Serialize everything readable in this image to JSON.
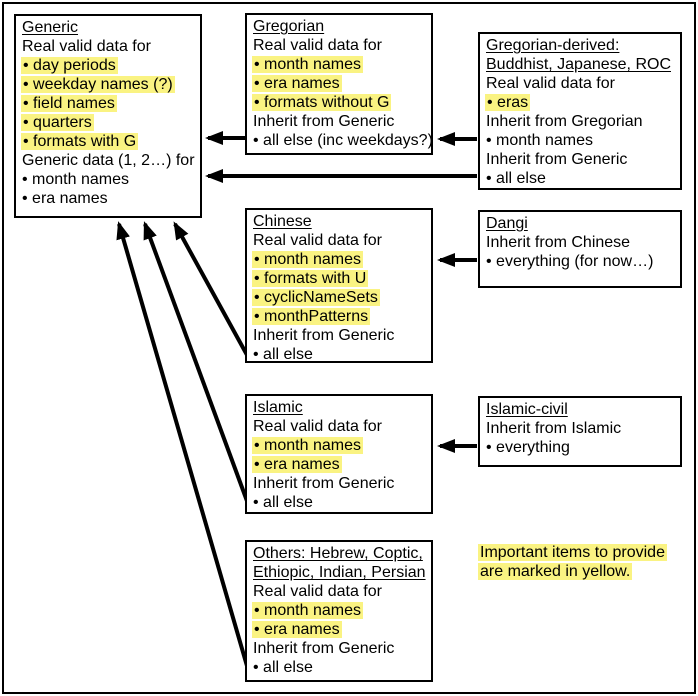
{
  "colors": {
    "highlight": "#FAF382",
    "text": "#000000",
    "border": "#000000",
    "arrow": "#000000",
    "background": "#FFFFFF"
  },
  "boxes": {
    "generic": {
      "lines": [
        {
          "text": "Generic",
          "style": "u"
        },
        {
          "text": "Real valid data for",
          "style": ""
        },
        {
          "text": "• day periods",
          "style": "hl"
        },
        {
          "text": "• weekday names (?)",
          "style": "hl"
        },
        {
          "text": "• field names",
          "style": "hl"
        },
        {
          "text": "• quarters",
          "style": "hl"
        },
        {
          "text": "• formats with G",
          "style": "hl"
        },
        {
          "text": "Generic data (1, 2…) for",
          "style": ""
        },
        {
          "text": "• month names",
          "style": ""
        },
        {
          "text": "• era names",
          "style": ""
        }
      ]
    },
    "gregorian": {
      "lines": [
        {
          "text": "Gregorian",
          "style": "u"
        },
        {
          "text": "Real valid data for",
          "style": ""
        },
        {
          "text": "• month names",
          "style": "hl"
        },
        {
          "text": "• era names",
          "style": "hl"
        },
        {
          "text": "• formats without G",
          "style": "hl"
        },
        {
          "text": "Inherit from Generic",
          "style": ""
        },
        {
          "text": "• all else (inc weekdays?)",
          "style": ""
        }
      ]
    },
    "gregorian_derived": {
      "lines": [
        {
          "text": "Gregorian-derived:",
          "style": "u"
        },
        {
          "text": "Buddhist, Japanese, ROC",
          "style": "u"
        },
        {
          "text": "Real valid data for",
          "style": ""
        },
        {
          "text": "• eras",
          "style": "hl"
        },
        {
          "text": "Inherit from Gregorian",
          "style": ""
        },
        {
          "text": "• month names",
          "style": ""
        },
        {
          "text": "Inherit from Generic",
          "style": ""
        },
        {
          "text": "• all else",
          "style": ""
        }
      ]
    },
    "chinese": {
      "lines": [
        {
          "text": "Chinese",
          "style": "u"
        },
        {
          "text": "Real valid data for",
          "style": ""
        },
        {
          "text": "• month names",
          "style": "hl"
        },
        {
          "text": "• formats with U",
          "style": "hl"
        },
        {
          "text": "• cyclicNameSets",
          "style": "hl"
        },
        {
          "text": "• monthPatterns",
          "style": "hl"
        },
        {
          "text": "Inherit from Generic",
          "style": ""
        },
        {
          "text": "• all else",
          "style": ""
        }
      ]
    },
    "dangi": {
      "lines": [
        {
          "text": "Dangi",
          "style": "u"
        },
        {
          "text": "Inherit from Chinese",
          "style": ""
        },
        {
          "text": "• everything (for now…)",
          "style": ""
        }
      ]
    },
    "islamic": {
      "lines": [
        {
          "text": "Islamic",
          "style": "u"
        },
        {
          "text": "Real valid data for",
          "style": ""
        },
        {
          "text": "• month names",
          "style": "hl"
        },
        {
          "text": "• era names",
          "style": "hl"
        },
        {
          "text": "Inherit from Generic",
          "style": ""
        },
        {
          "text": "• all else",
          "style": ""
        }
      ]
    },
    "islamic_civil": {
      "lines": [
        {
          "text": "Islamic-civil",
          "style": "u"
        },
        {
          "text": "Inherit from Islamic",
          "style": ""
        },
        {
          "text": "• everything",
          "style": ""
        }
      ]
    },
    "others": {
      "lines": [
        {
          "text": "Others: Hebrew, Coptic,",
          "style": "u"
        },
        {
          "text": "Ethiopic, Indian, Persian",
          "style": "u"
        },
        {
          "text": "Real valid data for",
          "style": ""
        },
        {
          "text": "• month names",
          "style": "hl"
        },
        {
          "text": "• era names",
          "style": "hl"
        },
        {
          "text": "Inherit from Generic",
          "style": ""
        },
        {
          "text": "• all else",
          "style": ""
        }
      ]
    }
  },
  "note": {
    "lines": [
      {
        "text": "Important items to provide",
        "style": "hl"
      },
      {
        "text": "are marked in yellow.",
        "style": "hl"
      }
    ]
  },
  "arrows": [
    {
      "name": "gregorian-to-generic",
      "from": "Gregorian",
      "to": "Generic"
    },
    {
      "name": "gregorian-derived-to-gregorian",
      "from": "Gregorian-derived",
      "to": "Gregorian"
    },
    {
      "name": "gregorian-derived-to-generic",
      "from": "Gregorian-derived",
      "to": "Generic"
    },
    {
      "name": "dangi-to-chinese",
      "from": "Dangi",
      "to": "Chinese"
    },
    {
      "name": "chinese-to-generic",
      "from": "Chinese",
      "to": "Generic"
    },
    {
      "name": "islamic-civil-to-islamic",
      "from": "Islamic-civil",
      "to": "Islamic"
    },
    {
      "name": "islamic-to-generic",
      "from": "Islamic",
      "to": "Generic"
    },
    {
      "name": "others-to-generic",
      "from": "Others",
      "to": "Generic"
    }
  ]
}
